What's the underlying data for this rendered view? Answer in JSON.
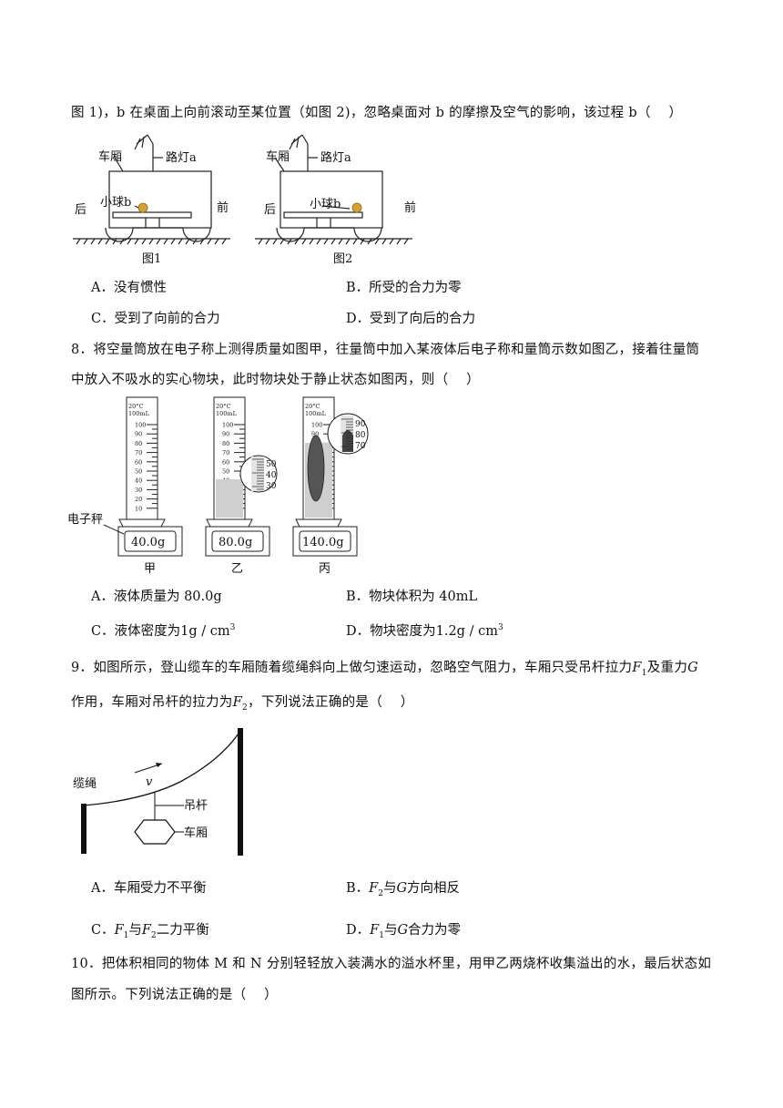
{
  "q7": {
    "stem_tail": "图 1)，b 在桌面上向前滚动至某位置（如图 2)，忽略桌面对 b 的摩擦及空气的影响，该过程 b（　 ）",
    "fig": {
      "carriage": "车厢",
      "lamp": "路灯a",
      "ball": "小球b",
      "back": "后",
      "front": "前",
      "cap1": "图1",
      "cap2": "图2"
    },
    "options": {
      "A": "A．没有惯性",
      "B": "B．所受的合力为零",
      "C": "C．受到了向前的合力",
      "D": "D．受到了向后的合力"
    }
  },
  "q8": {
    "line1": "8．将空量筒放在电子称上测得质量如图甲，往量筒中加入某液体后电子称和量筒示数如图乙，接着往量筒",
    "line2": "中放入不吸水的实心物块，此时物块处于静止状态如图丙，则（　 ）",
    "fig": {
      "scale_label": "电子秤",
      "readings": [
        "40.0g",
        "80.0g",
        "140.0g"
      ],
      "captions": [
        "甲",
        "乙",
        "丙"
      ],
      "cyl_header_temp": "20°C",
      "cyl_header_cap": "100mL",
      "ticks": [
        "100",
        "90",
        "80",
        "70",
        "60",
        "50",
        "40",
        "30",
        "20",
        "10"
      ],
      "zoom_b": [
        "50",
        "40",
        "30"
      ],
      "zoom_c": [
        "90",
        "80",
        "70"
      ]
    },
    "options": {
      "A": "A．液体质量为 80.0g",
      "B": "B．物块体积为 40mL",
      "C_pre": "C．液体密度为",
      "C_val": "1g / cm",
      "D_pre": "D．物块密度为",
      "D_val": "1.2g / cm",
      "sup": "3"
    }
  },
  "q9": {
    "line1_pre": "9．如图所示，登山缆车的车厢随着缆绳斜向上做匀速运动，忽略空气阻力，车厢只受吊杆拉力",
    "line1_F": "F",
    "line1_sub1": "1",
    "line1_mid": "及重力",
    "line1_G": "G",
    "line2_pre": "作用，车厢对吊杆的拉力为",
    "line2_F": "F",
    "line2_sub": "2",
    "line2_post": "，下列说法正确的是（　 ）",
    "fig": {
      "rope": "缆绳",
      "v": "v",
      "rod": "吊杆",
      "car": "车厢"
    },
    "options": {
      "A": "A．车厢受力不平衡",
      "B_pre": "B．",
      "B_post": "与",
      "B_end": "方向相反",
      "C_pre": "C．",
      "C_mid": "与",
      "C_end": "二力平衡",
      "D_pre": "D．",
      "D_mid": "与",
      "D_end": "合力为零",
      "F": "F",
      "G": "G",
      "s1": "1",
      "s2": "2"
    }
  },
  "q10": {
    "line1": "10．把体积相同的物体 M 和 N 分别轻轻放入装满水的溢水杯里，用甲乙两烧杯收集溢出的水，最后状态如",
    "line2": "图所示。下列说法正确的是（　 ）"
  }
}
